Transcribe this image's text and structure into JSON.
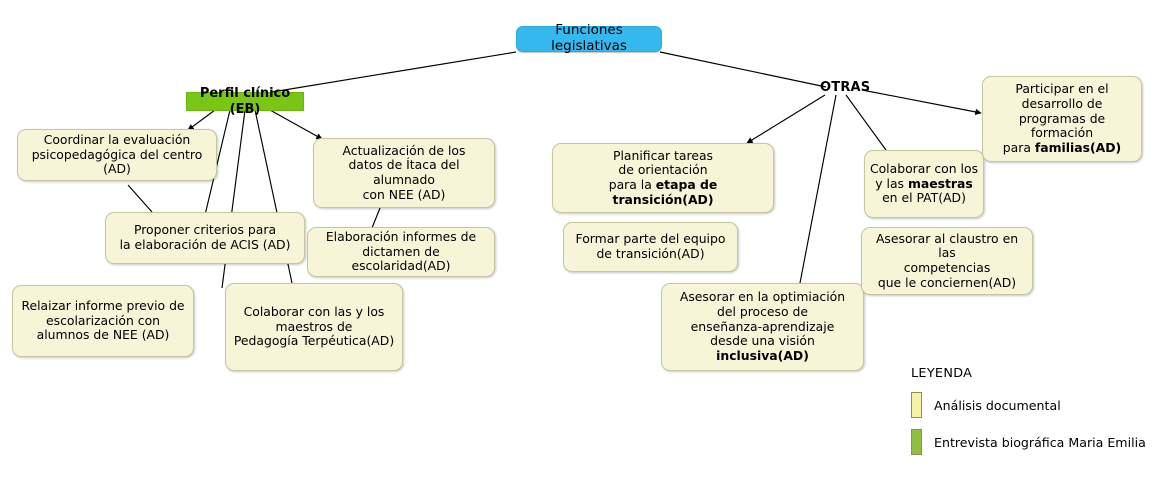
{
  "diagram": {
    "title_node": {
      "label": "Funciones legislativas",
      "color": "#35b8ee"
    },
    "branches": [
      {
        "id": "perfil-clinico",
        "label": "Perfil clínico (EB)",
        "color": "#7ac614",
        "style": "green-box"
      },
      {
        "id": "otras",
        "label": "OTRAS",
        "color": "#000000",
        "style": "plain-text"
      }
    ],
    "leaves": [
      {
        "id": "coordinar-evaluacion",
        "lines": [
          {
            "text": "Coordinar la evaluación"
          },
          {
            "text": "psicopedagógica del centro (AD)"
          }
        ]
      },
      {
        "id": "proponer-criterios",
        "lines": [
          {
            "text": "Proponer criterios para"
          },
          {
            "text": "la elaboración de ACIS (AD)"
          }
        ]
      },
      {
        "id": "relaizar-informe",
        "lines": [
          {
            "text": "Relaizar informe previo de"
          },
          {
            "text": "escolarización con"
          },
          {
            "text": "alumnos de NEE (AD)"
          }
        ]
      },
      {
        "id": "colaborar-pt",
        "lines": [
          {
            "text": "Colaborar con las y los"
          },
          {
            "text": "maestros de"
          },
          {
            "text": "Pedagogía Terpéutica(AD)"
          }
        ]
      },
      {
        "id": "actualizacion-itaca",
        "lines": [
          {
            "text": "Actualización de los"
          },
          {
            "text": "datos de Ítaca del alumnado"
          },
          {
            "text": "con NEE (AD)"
          }
        ]
      },
      {
        "id": "elaboracion-dictamen",
        "lines": [
          {
            "text": "Elaboración informes de"
          },
          {
            "text": "dictamen de escolaridad(AD)"
          }
        ]
      },
      {
        "id": "planificar-tareas",
        "lines": [
          {
            "text": "Planificar tareas"
          },
          {
            "text": "de orientación"
          },
          {
            "text": "para la ",
            "bold": "etapa de transición(AD)"
          }
        ]
      },
      {
        "id": "formar-equipo-transicion",
        "lines": [
          {
            "text": "Formar parte del equipo"
          },
          {
            "text": "de transición(AD)"
          }
        ]
      },
      {
        "id": "asesorar-optimizacion",
        "lines": [
          {
            "text": "Asesorar en la optimiación"
          },
          {
            "text": "del proceso de"
          },
          {
            "text": "enseñanza-aprendizaje"
          },
          {
            "text": "desde una visión ",
            "bold": "inclusiva(AD)"
          }
        ]
      },
      {
        "id": "colaborar-pat",
        "lines": [
          {
            "text": "Colaborar con los"
          },
          {
            "text": "y las ",
            "bold": "maestras"
          },
          {
            "text": "en el PAT(AD)"
          }
        ]
      },
      {
        "id": "asesorar-claustro",
        "lines": [
          {
            "text": "Asesorar al claustro en las"
          },
          {
            "text": "competencias"
          },
          {
            "text": "que le conciernen(AD)"
          }
        ]
      },
      {
        "id": "participar-formacion-familias",
        "lines": [
          {
            "text": "Participar en el"
          },
          {
            "text": "desarrollo de"
          },
          {
            "text": "programas de formación"
          },
          {
            "text": "para ",
            "bold": "familias(AD)"
          }
        ]
      }
    ]
  },
  "legend": {
    "title": "LEYENDA",
    "items": [
      {
        "label": "Análisis documental",
        "color": "#f5f3a8"
      },
      {
        "label": "Entrevista biográfica Maria Emilia",
        "color": "#8fbf3f"
      }
    ]
  }
}
